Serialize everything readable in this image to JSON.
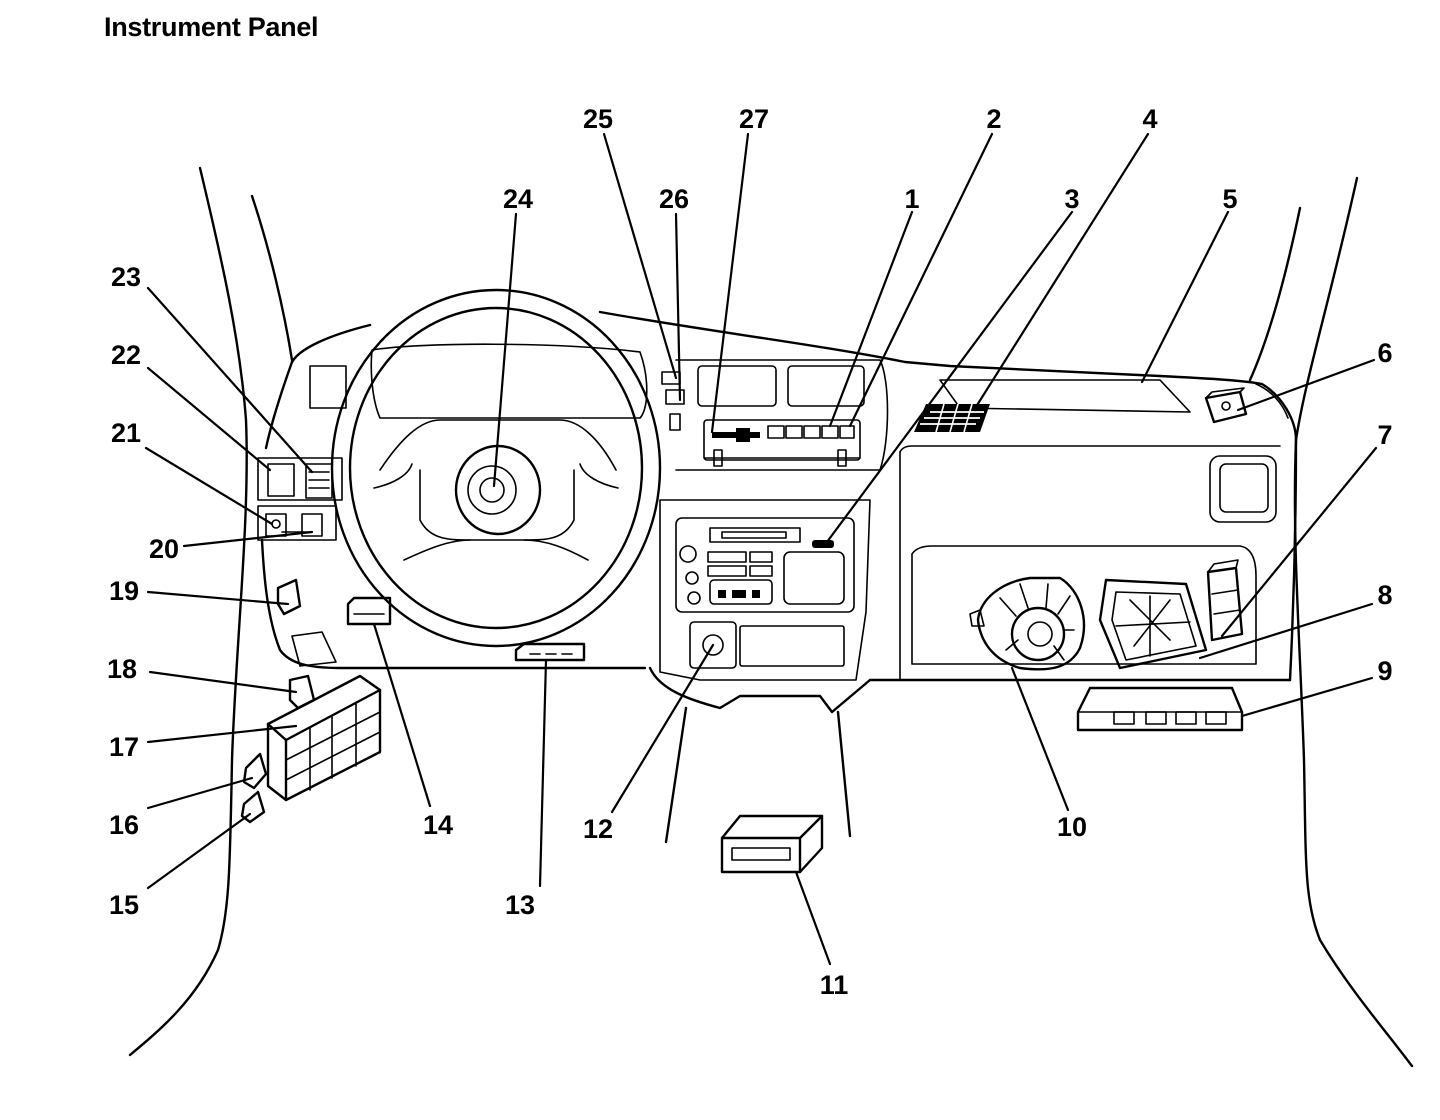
{
  "title": "Instrument Panel",
  "callouts": [
    {
      "id": "1",
      "label": "1"
    },
    {
      "id": "2",
      "label": "2"
    },
    {
      "id": "3",
      "label": "3"
    },
    {
      "id": "4",
      "label": "4"
    },
    {
      "id": "5",
      "label": "5"
    },
    {
      "id": "6",
      "label": "6"
    },
    {
      "id": "7",
      "label": "7"
    },
    {
      "id": "8",
      "label": "8"
    },
    {
      "id": "9",
      "label": "9"
    },
    {
      "id": "10",
      "label": "10"
    },
    {
      "id": "11",
      "label": "11"
    },
    {
      "id": "12",
      "label": "12"
    },
    {
      "id": "13",
      "label": "13"
    },
    {
      "id": "14",
      "label": "14"
    },
    {
      "id": "15",
      "label": "15"
    },
    {
      "id": "16",
      "label": "16"
    },
    {
      "id": "17",
      "label": "17"
    },
    {
      "id": "18",
      "label": "18"
    },
    {
      "id": "19",
      "label": "19"
    },
    {
      "id": "20",
      "label": "20"
    },
    {
      "id": "21",
      "label": "21"
    },
    {
      "id": "22",
      "label": "22"
    },
    {
      "id": "23",
      "label": "23"
    },
    {
      "id": "24",
      "label": "24"
    },
    {
      "id": "25",
      "label": "25"
    },
    {
      "id": "26",
      "label": "26"
    },
    {
      "id": "27",
      "label": "27"
    }
  ]
}
